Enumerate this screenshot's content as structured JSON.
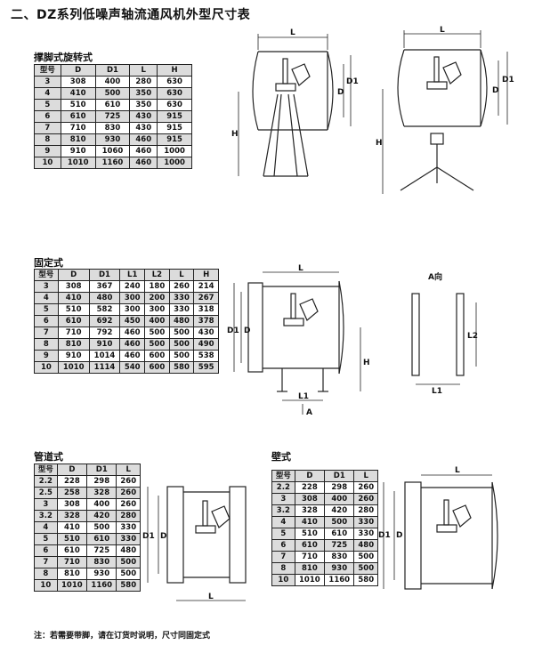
{
  "title": "二、DZ系列低噪声轴流通风机外型尺寸表",
  "sections": {
    "stand": {
      "title": "撑脚式旋转式",
      "headers": [
        "型号",
        "D",
        "D1",
        "L",
        "H"
      ],
      "rows": [
        [
          "3",
          "308",
          "400",
          "280",
          "630"
        ],
        [
          "4",
          "410",
          "500",
          "350",
          "630"
        ],
        [
          "5",
          "510",
          "610",
          "350",
          "630"
        ],
        [
          "6",
          "610",
          "725",
          "430",
          "915"
        ],
        [
          "7",
          "710",
          "830",
          "430",
          "915"
        ],
        [
          "8",
          "810",
          "930",
          "460",
          "915"
        ],
        [
          "9",
          "910",
          "1060",
          "460",
          "1000"
        ],
        [
          "10",
          "1010",
          "1160",
          "460",
          "1000"
        ]
      ]
    },
    "fixed": {
      "title": "固定式",
      "headers": [
        "型号",
        "D",
        "D1",
        "L1",
        "L2",
        "L",
        "H"
      ],
      "rows": [
        [
          "3",
          "308",
          "367",
          "240",
          "180",
          "260",
          "214"
        ],
        [
          "4",
          "410",
          "480",
          "300",
          "200",
          "330",
          "267"
        ],
        [
          "5",
          "510",
          "582",
          "300",
          "300",
          "330",
          "318"
        ],
        [
          "6",
          "610",
          "692",
          "450",
          "400",
          "480",
          "378"
        ],
        [
          "7",
          "710",
          "792",
          "460",
          "500",
          "500",
          "430"
        ],
        [
          "8",
          "810",
          "910",
          "460",
          "500",
          "500",
          "490"
        ],
        [
          "9",
          "910",
          "1014",
          "460",
          "600",
          "500",
          "538"
        ],
        [
          "10",
          "1010",
          "1114",
          "540",
          "600",
          "580",
          "595"
        ]
      ]
    },
    "duct": {
      "title": "管道式",
      "headers": [
        "型号",
        "D",
        "D1",
        "L"
      ],
      "rows": [
        [
          "2.2",
          "228",
          "298",
          "260"
        ],
        [
          "2.5",
          "258",
          "328",
          "260"
        ],
        [
          "3",
          "308",
          "400",
          "260"
        ],
        [
          "3.2",
          "328",
          "420",
          "280"
        ],
        [
          "4",
          "410",
          "500",
          "330"
        ],
        [
          "5",
          "510",
          "610",
          "330"
        ],
        [
          "6",
          "610",
          "725",
          "480"
        ],
        [
          "7",
          "710",
          "830",
          "500"
        ],
        [
          "8",
          "810",
          "930",
          "500"
        ],
        [
          "10",
          "1010",
          "1160",
          "580"
        ]
      ]
    },
    "wall": {
      "title": "壁式",
      "headers": [
        "型号",
        "D",
        "D1",
        "L"
      ],
      "rows": [
        [
          "2.2",
          "228",
          "298",
          "260"
        ],
        [
          "3",
          "308",
          "400",
          "260"
        ],
        [
          "3.2",
          "328",
          "420",
          "280"
        ],
        [
          "4",
          "410",
          "500",
          "330"
        ],
        [
          "5",
          "510",
          "610",
          "330"
        ],
        [
          "6",
          "610",
          "725",
          "480"
        ],
        [
          "7",
          "710",
          "830",
          "500"
        ],
        [
          "8",
          "810",
          "930",
          "500"
        ],
        [
          "10",
          "1010",
          "1160",
          "580"
        ]
      ]
    }
  },
  "labels": {
    "L": "L",
    "D": "D",
    "D1": "D1",
    "H": "H",
    "L1": "L1",
    "L2": "L2",
    "A": "A",
    "a_view": "A向"
  },
  "note": "注：若需要带脚，请在订货时说明，尺寸同固定式"
}
